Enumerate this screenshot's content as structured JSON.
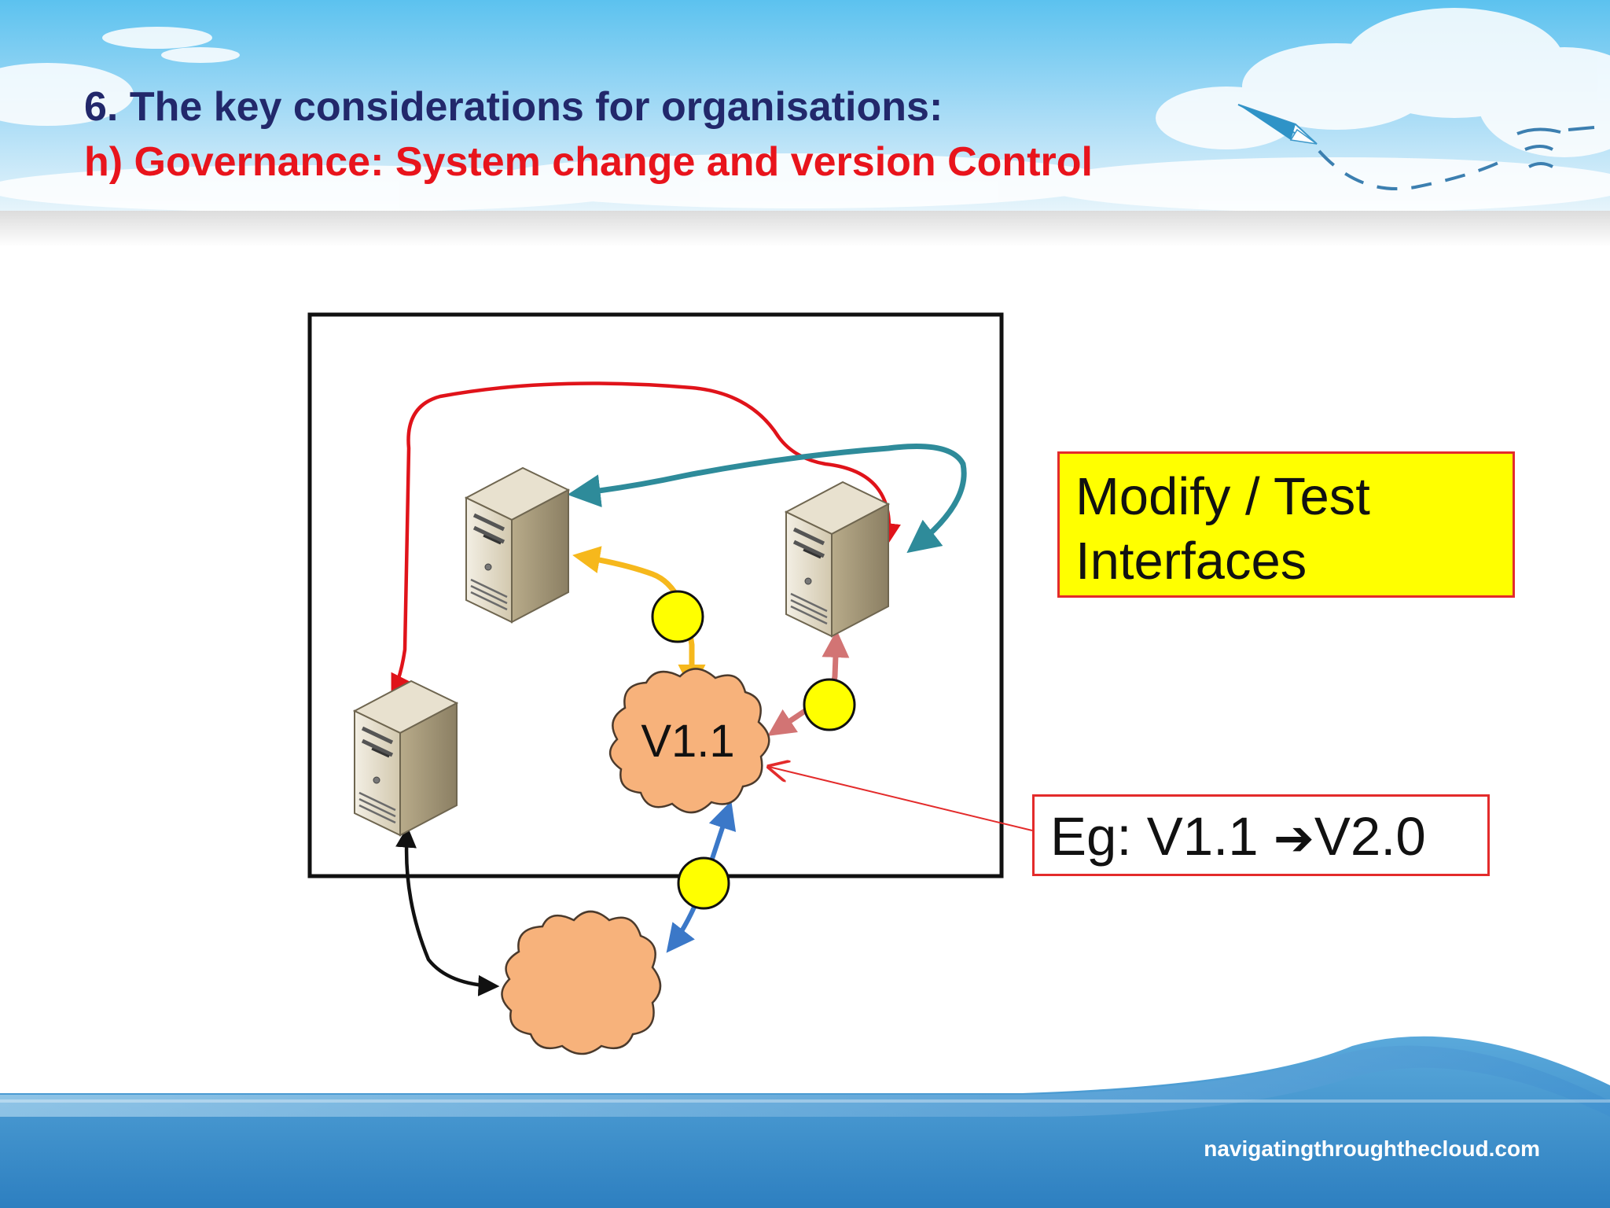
{
  "slide": {
    "title_line1": "6. The key considerations for organisations:",
    "title_line2": "h) Governance: System change and version Control",
    "footer_url": "navigatingthroughthecloud.com"
  },
  "diagram": {
    "cloud_version_label": "V1.1",
    "callout_modify_line1": "Modify / Test",
    "callout_modify_line2": "Interfaces",
    "callout_version_prefix": "Eg: V1.1 ",
    "callout_version_arrow": "➔",
    "callout_version_suffix": "V2.0",
    "nodes": [
      "server-top-left",
      "server-top-right",
      "server-bottom-left",
      "cloud-v1-1",
      "cloud-external"
    ],
    "edges": [
      {
        "from": "server-top-right",
        "to": "server-bottom-left",
        "color": "#e0131a"
      },
      {
        "from": "server-top-right",
        "to": "server-top-left",
        "color": "#2e8b9a"
      },
      {
        "from": "cloud-v1-1",
        "to": "server-top-left",
        "color": "#f6b81c"
      },
      {
        "from": "cloud-v1-1",
        "to": "server-top-right",
        "color": "#d27474"
      },
      {
        "from": "cloud-v1-1",
        "to": "cloud-external",
        "color": "#3b78c8"
      },
      {
        "from": "server-bottom-left",
        "to": "cloud-external",
        "color": "#111111"
      }
    ]
  },
  "colors": {
    "title_primary": "#22286b",
    "title_accent": "#e8141c",
    "callout_fill": "#ffff00",
    "callout_border": "#e32b2b",
    "cloud_fill": "#f7b27b",
    "marker_fill": "#ffff00"
  }
}
